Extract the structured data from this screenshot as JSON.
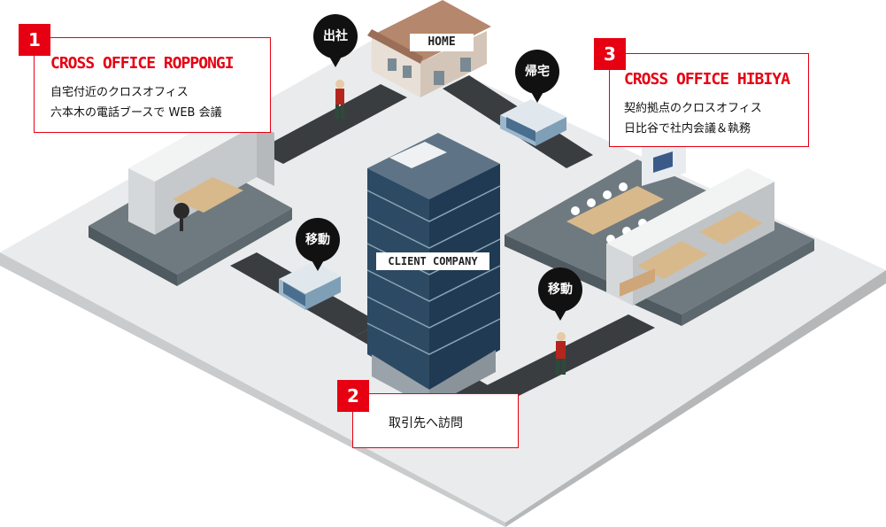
{
  "steps": [
    {
      "number": "1",
      "title": "CROSS OFFICE ROPPONGI",
      "lines": [
        "自宅付近のクロスオフィス",
        "六本木の電話ブースで WEB 会議"
      ]
    },
    {
      "number": "2",
      "title": "",
      "lines": [
        "取引先へ訪問"
      ]
    },
    {
      "number": "3",
      "title": "CROSS OFFICE HIBIYA",
      "lines": [
        "契約拠点のクロスオフィス",
        "日比谷で社内会議＆執務"
      ]
    }
  ],
  "signs": {
    "home": "HOME",
    "client": "CLIENT COMPANY"
  },
  "bubbles": {
    "commute": "出社",
    "return_home": "帰宅",
    "move_left": "移動",
    "move_right": "移動"
  },
  "colors": {
    "accent": "#e60012",
    "road": "#3a3d40",
    "ground": "#eaebec",
    "building": "#2c4a63"
  }
}
